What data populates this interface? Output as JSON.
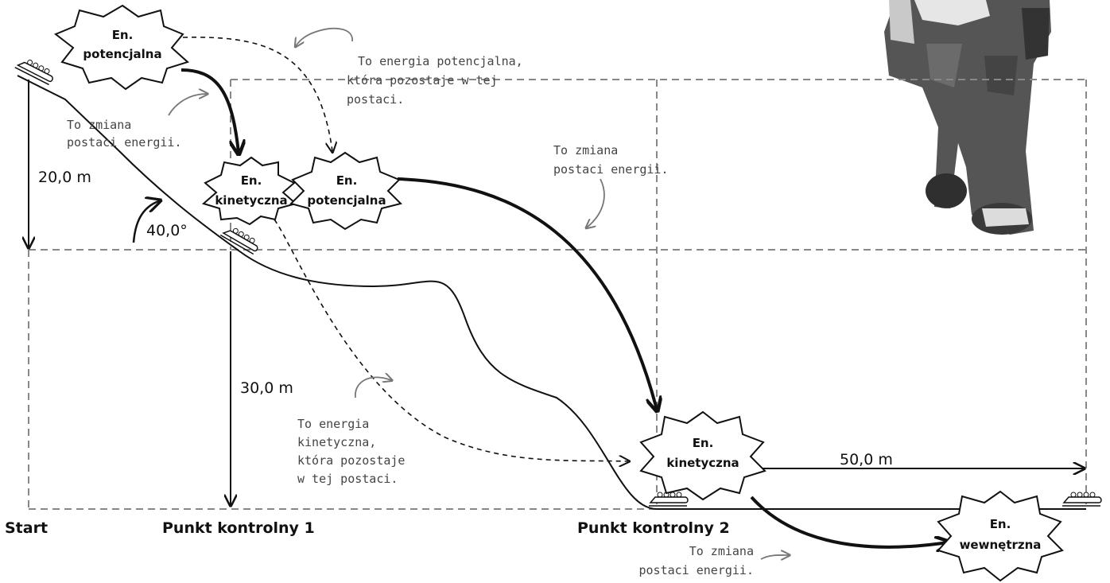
{
  "bursts": {
    "potential_start": {
      "line1": "En.",
      "line2": "potencjalna"
    },
    "kinetic_cp1": {
      "line1": "En.",
      "line2": "kinetyczna"
    },
    "potential_cp1": {
      "line1": "En.",
      "line2": "potencjalna"
    },
    "kinetic_cp2": {
      "line1": "En.",
      "line2": "kinetyczna"
    },
    "internal": {
      "line1": "En.",
      "line2": "wewnętrzna"
    }
  },
  "notes": {
    "potential_stays": [
      "To energia potencjalna,",
      "która pozostaje w tej",
      "postaci."
    ],
    "change_1": [
      "To zmiana",
      "postaci energii."
    ],
    "change_2": [
      "To zmiana",
      "postaci energii."
    ],
    "kinetic_stays": [
      "To energia",
      "kinetyczna,",
      "która pozostaje",
      "w tej postaci."
    ],
    "change_3": [
      "To zmiana",
      "postaci energii."
    ]
  },
  "measurements": {
    "height_1": "20,0 m",
    "angle": "40,0°",
    "height_2": "30,0 m",
    "distance": "50,0 m"
  },
  "labels": {
    "start": "Start",
    "checkpoint_1": "Punkt kontrolny 1",
    "checkpoint_2": "Punkt kontrolny 2"
  }
}
